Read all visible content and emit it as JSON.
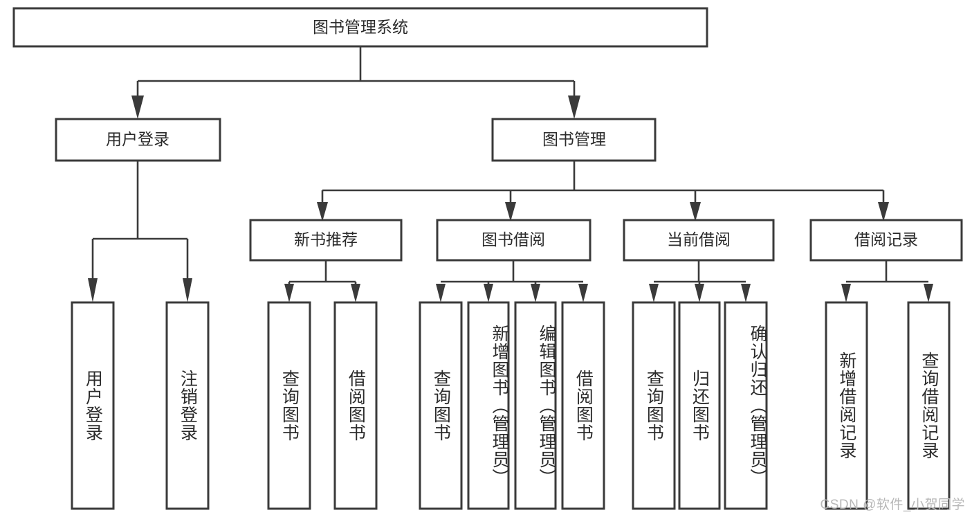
{
  "diagram": {
    "type": "tree-hierarchy-chart",
    "title": "图书管理系统",
    "watermark": "CSDN @软件_小贺同学",
    "colors": {
      "box_stroke": "#3a3a3a",
      "box_fill": "#ffffff",
      "text": "#2b2b2b",
      "background": "#ffffff",
      "watermark": "#b8b8b8"
    },
    "levels": {
      "root": {
        "label": "图书管理系统"
      },
      "level2": [
        {
          "id": "user-login",
          "label": "用户登录"
        },
        {
          "id": "book-management",
          "label": "图书管理"
        }
      ],
      "level3": [
        {
          "id": "new-book-recommend",
          "label": "新书推荐",
          "parent": "book-management"
        },
        {
          "id": "book-borrow",
          "label": "图书借阅",
          "parent": "book-management"
        },
        {
          "id": "current-borrow",
          "label": "当前借阅",
          "parent": "book-management"
        },
        {
          "id": "borrow-record",
          "label": "借阅记录",
          "parent": "book-management"
        }
      ],
      "leaves": [
        {
          "id": "leaf-user-login",
          "label": "用户登录",
          "parent": "user-login"
        },
        {
          "id": "leaf-logout-login",
          "label": "注销登录",
          "parent": "user-login"
        },
        {
          "id": "leaf-query-book-1",
          "label": "查询图书",
          "parent": "new-book-recommend"
        },
        {
          "id": "leaf-borrow-book-1",
          "label": "借阅图书",
          "parent": "new-book-recommend"
        },
        {
          "id": "leaf-query-book-2",
          "label": "查询图书",
          "parent": "book-borrow"
        },
        {
          "id": "leaf-add-book-admin",
          "label": "新增图书（管理员）",
          "parent": "book-borrow"
        },
        {
          "id": "leaf-edit-book-admin",
          "label": "编辑图书（管理员）",
          "parent": "book-borrow"
        },
        {
          "id": "leaf-borrow-book-2",
          "label": "借阅图书",
          "parent": "book-borrow"
        },
        {
          "id": "leaf-query-book-3",
          "label": "查询图书",
          "parent": "current-borrow"
        },
        {
          "id": "leaf-return-book",
          "label": "归还图书",
          "parent": "current-borrow"
        },
        {
          "id": "leaf-confirm-return-admin",
          "label": "确认归还（管理员）",
          "parent": "current-borrow"
        },
        {
          "id": "leaf-add-borrow-record",
          "label": "新增借阅记录",
          "parent": "borrow-record"
        },
        {
          "id": "leaf-query-borrow-record",
          "label": "查询借阅记录",
          "parent": "borrow-record"
        }
      ]
    }
  }
}
